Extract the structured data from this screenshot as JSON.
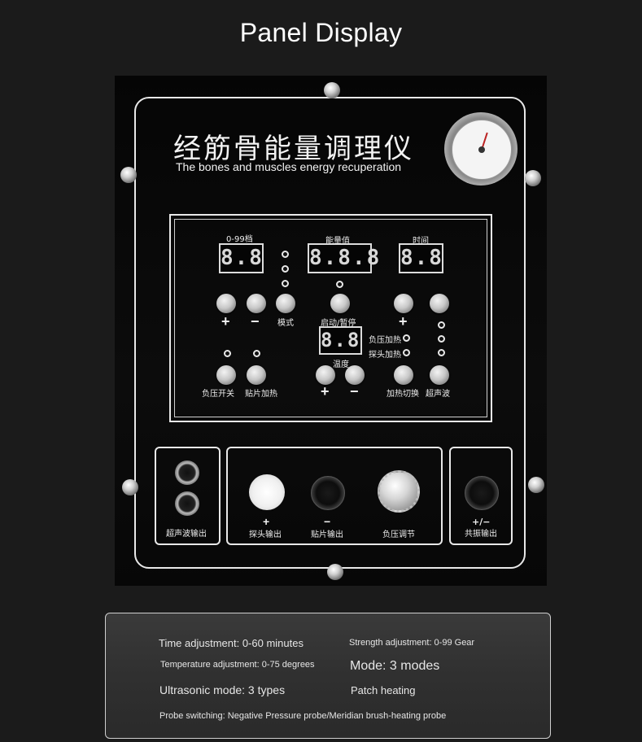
{
  "page": {
    "title": "Panel Display"
  },
  "panel": {
    "title_cn": "经筋骨能量调理仪",
    "title_en": "The bones and muscles energy recuperation",
    "labels": {
      "gear": "0-99档",
      "energy": "能量值",
      "time": "时间",
      "mode": "模式",
      "start_pause": "启动/暂停",
      "temperature": "温度",
      "neg_pressure_heat": "负压加热",
      "probe_heat": "探头加热",
      "neg_pressure_switch": "负压开关",
      "patch_heat": "贴片加热",
      "heat_switch": "加热切换",
      "ultrasonic": "超声波"
    },
    "displays": {
      "gear": "8.8",
      "energy": "8.8.8",
      "time": "8.8",
      "temperature": "8.8"
    },
    "signs": {
      "plus": "+",
      "minus": "−",
      "plus_minus": "+/−"
    },
    "ports": {
      "ultrasonic_out": "超声波输出",
      "probe_out": "探头输出",
      "patch_out": "贴片输出",
      "neg_pressure_adjust": "负压调节",
      "resonance_out": "共振输出"
    }
  },
  "info": {
    "time_adjustment": "Time adjustment: 0-60 minutes",
    "strength_adjustment": "Strength adjustment: 0-99 Gear",
    "temperature_adjustment": "Temperature adjustment: 0-75 degrees",
    "mode": "Mode: 3 modes",
    "ultrasonic_mode": "Ultrasonic mode: 3 types",
    "patch_heating": "Patch heating",
    "probe_switching": "Probe switching: Negative Pressure probe/Meridian brush-heating probe"
  }
}
